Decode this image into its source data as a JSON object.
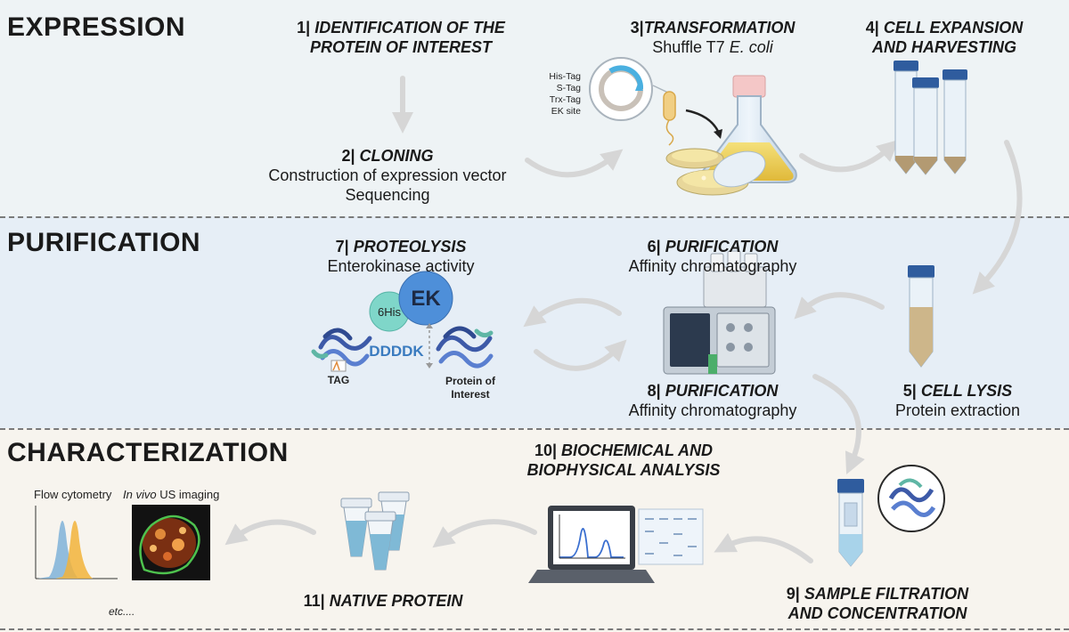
{
  "sections": {
    "expression": "EXPRESSION",
    "purification": "PURIFICATION",
    "characterization": "CHARACTERIZATION"
  },
  "steps": {
    "s1": {
      "num": "1|",
      "title_line1": "IDENTIFICATION OF THE",
      "title_line2": "PROTEIN OF INTEREST"
    },
    "s2": {
      "num": "2|",
      "title": "CLONING",
      "desc_line1": "Construction of expression vector",
      "desc_line2": "Sequencing"
    },
    "s3": {
      "num": "3|",
      "title": "TRANSFORMATION",
      "desc_prefix": "Shuffle T7 ",
      "desc_italic": "E. coli"
    },
    "s4": {
      "num": "4|",
      "title_line1": "CELL EXPANSION",
      "title_line2": "AND HARVESTING"
    },
    "s5": {
      "num": "5|",
      "title": "CELL LYSIS",
      "desc": "Protein extraction"
    },
    "s6": {
      "num": "6|",
      "title": "PURIFICATION",
      "desc": "Affinity chromatography"
    },
    "s7": {
      "num": "7|",
      "title": "PROTEOLYSIS",
      "desc": "Enterokinase activity"
    },
    "s8": {
      "num": "8|",
      "title": "PURIFICATION",
      "desc": "Affinity chromatography"
    },
    "s9": {
      "num": "9|",
      "title_line1": "SAMPLE FILTRATION",
      "title_line2": "AND CONCENTRATION"
    },
    "s10": {
      "num": "10|",
      "title_line1": "BIOCHEMICAL AND",
      "title_line2": "BIOPHYSICAL ANALYSIS"
    },
    "s11": {
      "num": "11|",
      "title": "NATIVE PROTEIN"
    }
  },
  "plasmid_tags": [
    "His-Tag",
    "S-Tag",
    "Trx-Tag",
    "EK site"
  ],
  "proteolysis": {
    "his_label": "6His",
    "ek_label": "EK",
    "ddddk": "DDDDK",
    "tag_label": "TAG",
    "poi_line1": "Protein of",
    "poi_line2": "Interest"
  },
  "applications": {
    "flow": "Flow cytometry",
    "invivo_italic": "In vivo",
    "invivo_rest": " US imaging",
    "etc": "etc...."
  },
  "colors": {
    "expression_band": "#eef3f5",
    "purification_band": "#e6eef6",
    "characterization_band": "#f7f4ee",
    "arrow": "#d6d6d6",
    "accent_blue": "#3a7bbf"
  }
}
